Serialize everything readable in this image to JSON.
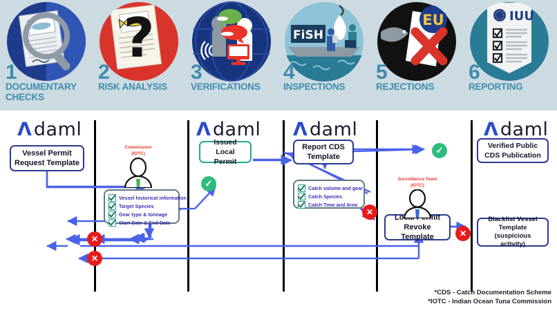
{
  "header": {
    "background": "#ccdae2",
    "accent": "#3f8cad",
    "steps": [
      {
        "number": "1",
        "label": "DOCUMENTARY CHECKS",
        "icon": "magnifier-document-icon"
      },
      {
        "number": "2",
        "label": "RISK ANALYSIS",
        "icon": "question-mark-document-icon"
      },
      {
        "number": "3",
        "label": "VERIFICATIONS",
        "icon": "people-speech-monitor-icon"
      },
      {
        "number": "4",
        "label": "INSPECTIONS",
        "icon": "fish-boat-inspection-icon"
      },
      {
        "number": "5",
        "label": "REJECTIONS",
        "icon": "eu-rejected-document-icon"
      },
      {
        "number": "6",
        "label": "REPORTING",
        "icon": "iuu-checklist-report-icon"
      }
    ]
  },
  "diagram": {
    "logos": [
      {
        "mark": "Λ",
        "text": "daml"
      },
      {
        "mark": "Λ",
        "text": "daml"
      },
      {
        "mark": "Λ",
        "text": "daml"
      },
      {
        "mark": "Λ",
        "text": "daml"
      }
    ],
    "boxes": [
      {
        "id": "vessel-permit-request",
        "label": "Vessel Permit Request Template",
        "border": "#2b3a8f"
      },
      {
        "id": "issued-local-permit",
        "label": "Issued Local Permit",
        "border": "#21a888"
      },
      {
        "id": "report-cds",
        "label": "Report CDS Template",
        "border": "#2b3a8f"
      },
      {
        "id": "verified-public-cds",
        "label": "Verified Public CDS Publication",
        "border": "#2b3a8f"
      },
      {
        "id": "local-permit-revoke",
        "label": "Local Permit Revoke Template",
        "border": "#2b3a8f"
      },
      {
        "id": "blacklist-vessel",
        "label": "Blacklist Vessel Template (suspicious activity)",
        "border": "#2b3a8f"
      }
    ],
    "checklists": [
      {
        "id": "permit-checklist",
        "items": [
          "Vessel historical information",
          "Target Species",
          "Gear type & tonnage",
          "Start Date & End Date"
        ]
      },
      {
        "id": "catch-checklist",
        "items": [
          "Catch volume and gear",
          "Catch Species",
          "Catch Time and Area"
        ]
      }
    ],
    "actors": [
      {
        "id": "commission-actor",
        "line1": "Commission",
        "line2": "(IOTC)",
        "tie_color": "#4caf50"
      },
      {
        "id": "surveillance-actor",
        "line1": "Surveillance Team",
        "line2": "(IOTC)",
        "tie_color": "#2f6fd0"
      }
    ],
    "badges": [
      {
        "id": "approve-permit-badge",
        "type": "ok",
        "glyph": "✓"
      },
      {
        "id": "approve-publication-badge",
        "type": "ok",
        "glyph": "✓"
      },
      {
        "id": "reject-permit-badge",
        "type": "no",
        "glyph": "✕"
      },
      {
        "id": "reject-final-badge",
        "type": "no",
        "glyph": "✕"
      },
      {
        "id": "revoke-trigger-badge",
        "type": "no",
        "glyph": "✕"
      },
      {
        "id": "blacklist-badge",
        "type": "no",
        "glyph": "✕"
      }
    ],
    "colors": {
      "arrow": "#4a62e8",
      "lane": "#000000",
      "ok": "#2fbd7f",
      "no": "#e81b1b"
    }
  },
  "footnotes": {
    "line1": "*CDS - Catch Documentation Scheme",
    "line2": "*IOTC - Indian Ocean Tuna Commission"
  }
}
